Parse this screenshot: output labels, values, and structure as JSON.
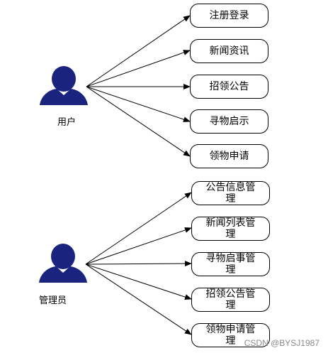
{
  "user": {
    "label": "用户",
    "color": "#1a237e",
    "items": [
      "注册登录",
      "新闻资讯",
      "招领公告",
      "寻物启示",
      "领物申请"
    ]
  },
  "admin": {
    "label": "管理员",
    "color": "#1a237e",
    "items": [
      [
        "公告信息管",
        "理"
      ],
      [
        "新闻列表管",
        "理"
      ],
      [
        "寻物启事管",
        "理"
      ],
      [
        "招领公告管",
        "理"
      ],
      [
        "领物申请管",
        "理"
      ]
    ]
  },
  "watermark": "CSDN @BYSJ1987"
}
